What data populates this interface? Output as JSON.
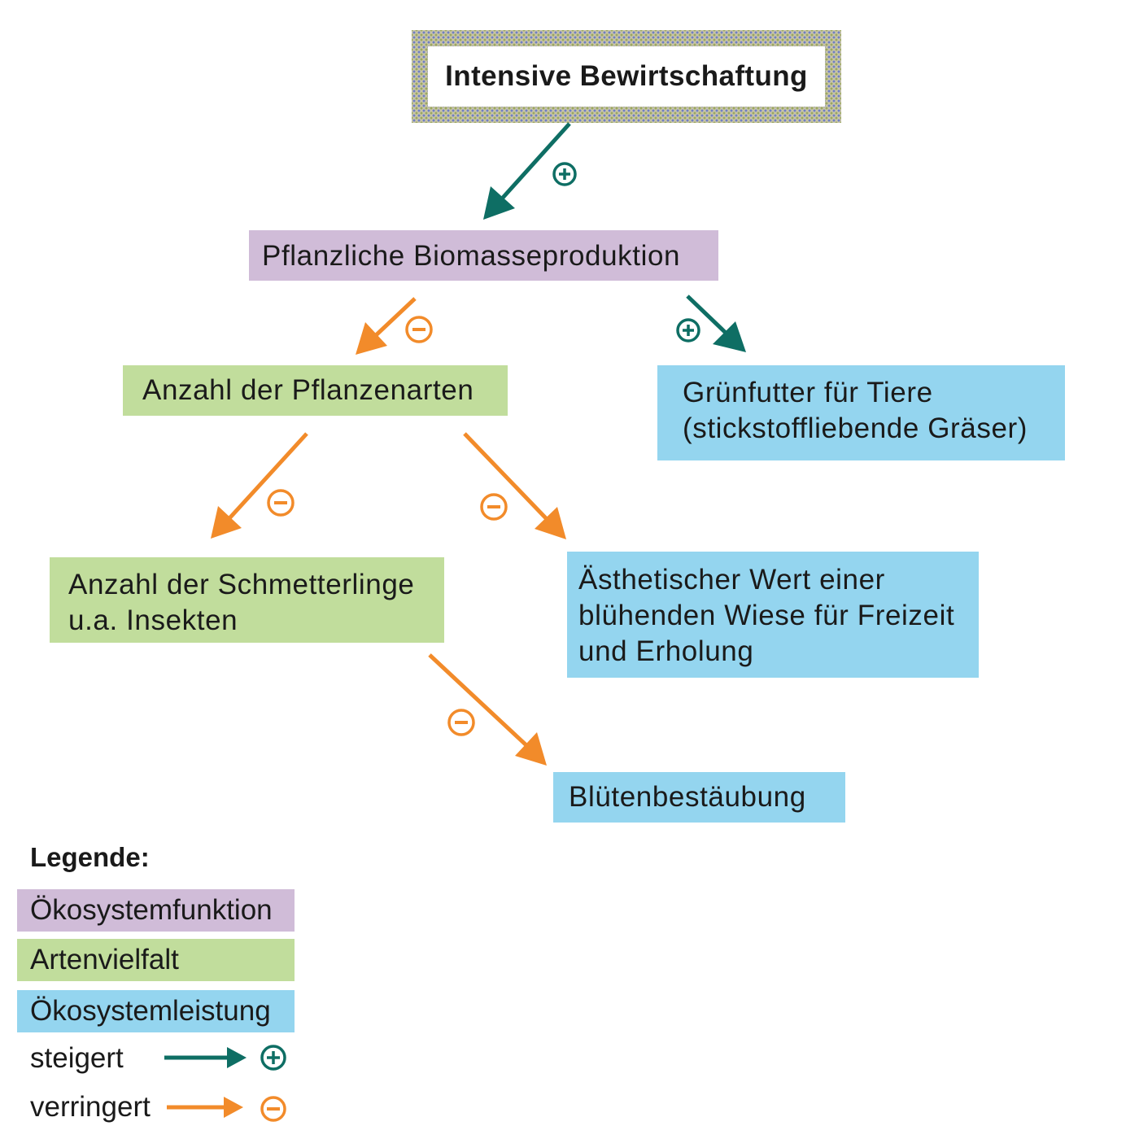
{
  "diagram": {
    "top_node": "Intensive Bewirtschaftung",
    "node_biomass": "Pflanzliche Biomasseproduktion",
    "node_plant_species": "Anzahl der Pflanzenarten",
    "node_green_fodder": "Grünfutter für Tiere\n(stickstoffliebende Gräser)",
    "node_butterflies": "Anzahl der Schmetterlinge\nu.a. Insekten",
    "node_aesthetic": "Ästhetischer Wert einer\nblühenden Wiese für Freizeit\nund Erholung",
    "node_pollination": "Blütenbestäubung"
  },
  "legend": {
    "title": "Legende:",
    "ecosystem_function": "Ökosystemfunktion",
    "species_diversity": "Artenvielfalt",
    "ecosystem_service": "Ökosystemleistung",
    "increases": "steigert",
    "decreases": "verringert"
  },
  "colors": {
    "purple": "#d0bcd8",
    "green": "#c1dd9c",
    "blue": "#94d5ef",
    "teal_arrow": "#0e6e64",
    "orange_arrow": "#f28b2a"
  }
}
